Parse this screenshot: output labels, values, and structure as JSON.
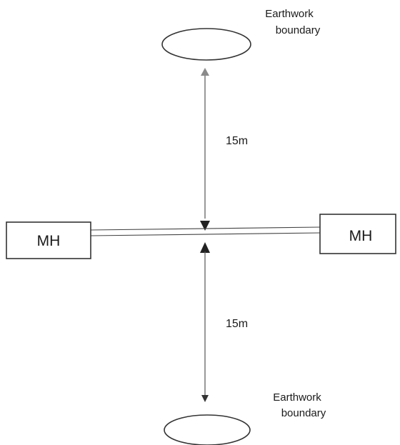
{
  "top_boundary": {
    "line1": "Earthwork",
    "line2": "boundary"
  },
  "bottom_boundary": {
    "line1": "Earthwork",
    "line2": "boundary"
  },
  "top_distance": "15m",
  "bottom_distance": "15m",
  "manhole_left": "MH",
  "manhole_right": "MH",
  "colors": {
    "line": "#222222",
    "arrow_top": "#8a8a8a",
    "arrow": "#222222"
  }
}
